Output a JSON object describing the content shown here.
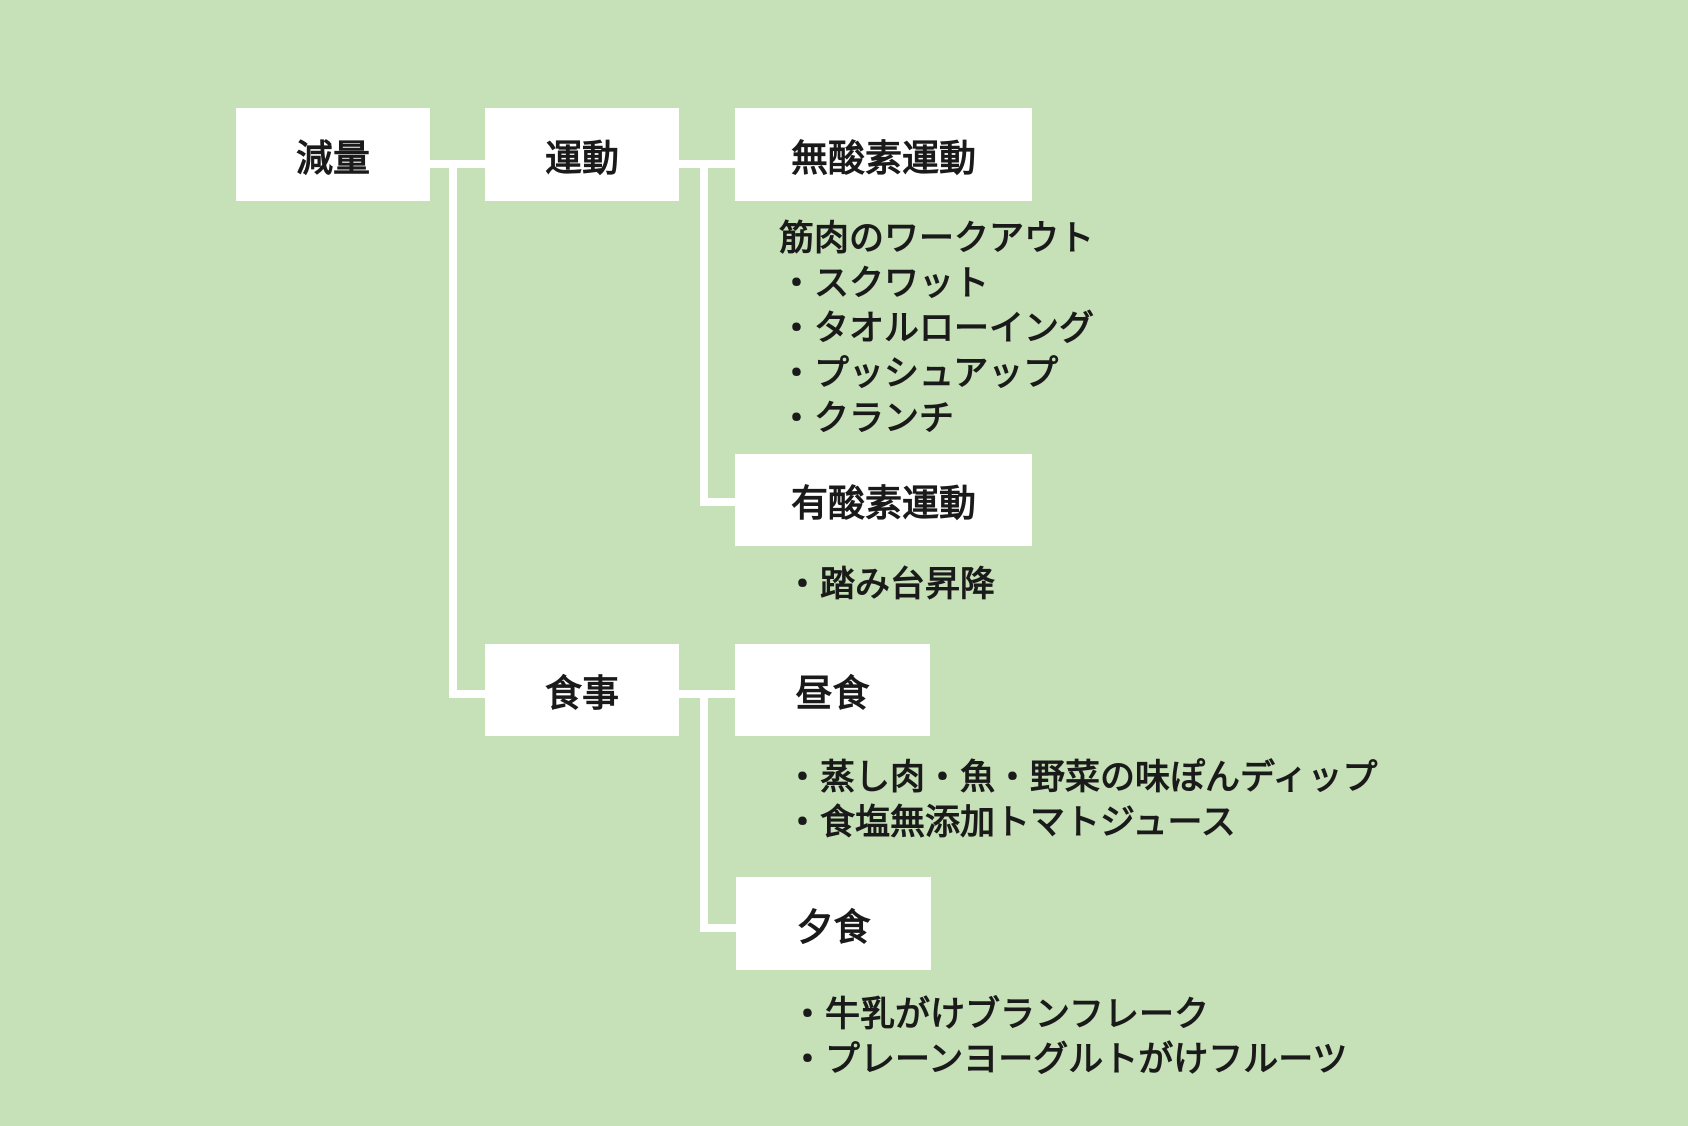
{
  "colors": {
    "background": "#c6e0b7",
    "box": "#ffffff",
    "connector": "#ffffff",
    "text": "#1a1a1a"
  },
  "nodes": {
    "root": "減量",
    "exercise": "運動",
    "anaerobic": "無酸素運動",
    "aerobic": "有酸素運動",
    "meal": "食事",
    "lunch": "昼食",
    "dinner": "夕食"
  },
  "notes": {
    "anaerobic": [
      "筋肉のワークアウト",
      "・スクワット",
      "・タオルローイング",
      "・プッシュアップ",
      "・クランチ"
    ],
    "aerobic": [
      "・踏み台昇降"
    ],
    "lunch": [
      "・蒸し肉・魚・野菜の味ぽんディップ",
      "・食塩無添加トマトジュース"
    ],
    "dinner": [
      "・牛乳がけブランフレーク",
      "・プレーンヨーグルトがけフルーツ"
    ]
  }
}
